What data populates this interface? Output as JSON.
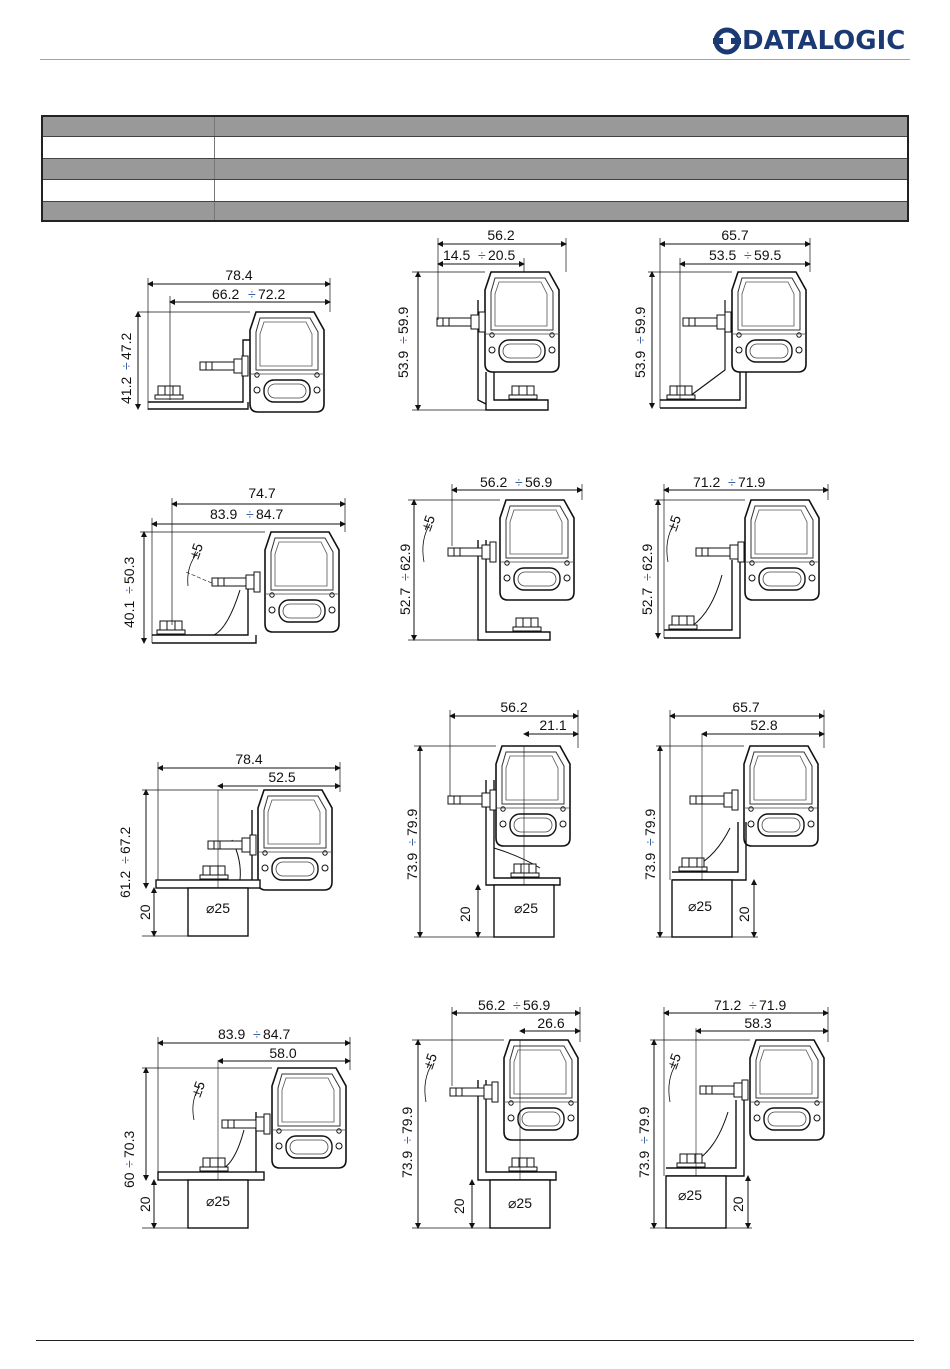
{
  "header": {
    "logo_text": "DATALOGIC",
    "logo_icon": "datalogic-mark-icon",
    "brand_color": "#1b3a73"
  },
  "table": {
    "rows": [
      {
        "shade": "dark"
      },
      {
        "shade": "light"
      },
      {
        "shade": "dark"
      },
      {
        "shade": "light"
      },
      {
        "shade": "dark"
      }
    ]
  },
  "separator_symbol": "÷",
  "drawings": [
    {
      "id": "d1",
      "h": [
        "78.4",
        "66.2",
        "72.2"
      ],
      "v": [
        "41.2",
        "47.2"
      ]
    },
    {
      "id": "d2",
      "h": [
        "56.2",
        "14.5",
        "20.5"
      ],
      "v": [
        "53.9",
        "59.9"
      ]
    },
    {
      "id": "d3",
      "h": [
        "65.7",
        "53.5",
        "59.5"
      ],
      "v": [
        "53.9",
        "59.9"
      ]
    },
    {
      "id": "d4",
      "h": [
        "74.7",
        "83.9",
        "84.7"
      ],
      "v": [
        "40.1",
        "50.3"
      ],
      "angle": "±5"
    },
    {
      "id": "d5",
      "h": [
        "56.2",
        "56.9"
      ],
      "v": [
        "52.7",
        "62.9"
      ],
      "angle": "±5"
    },
    {
      "id": "d6",
      "h": [
        "71.2",
        "71.9"
      ],
      "v": [
        "52.7",
        "62.9"
      ],
      "angle": "±5"
    },
    {
      "id": "d7",
      "h": [
        "78.4",
        "52.5"
      ],
      "v": [
        "61.2",
        "67.2"
      ],
      "base_h": "20",
      "dia": "⌀25"
    },
    {
      "id": "d8",
      "h": [
        "56.2",
        "21.1"
      ],
      "v": [
        "73.9",
        "79.9"
      ],
      "base_h": "20",
      "dia": "⌀25"
    },
    {
      "id": "d9",
      "h": [
        "65.7",
        "52.8"
      ],
      "v": [
        "73.9",
        "79.9"
      ],
      "base_h": "20",
      "dia": "⌀25"
    },
    {
      "id": "d10",
      "h": [
        "83.9",
        "84.7",
        "58.0"
      ],
      "v": [
        "60",
        "70.3"
      ],
      "base_h": "20",
      "dia": "⌀25",
      "angle": "±5"
    },
    {
      "id": "d11",
      "h": [
        "56.2",
        "56.9",
        "26.6"
      ],
      "v": [
        "73.9",
        "79.9"
      ],
      "base_h": "20",
      "dia": "⌀25",
      "angle": "±5"
    },
    {
      "id": "d12",
      "h": [
        "71.2",
        "71.9",
        "58.3"
      ],
      "v": [
        "73.9",
        "79.9"
      ],
      "base_h": "20",
      "dia": "⌀25",
      "angle": "±5"
    }
  ]
}
